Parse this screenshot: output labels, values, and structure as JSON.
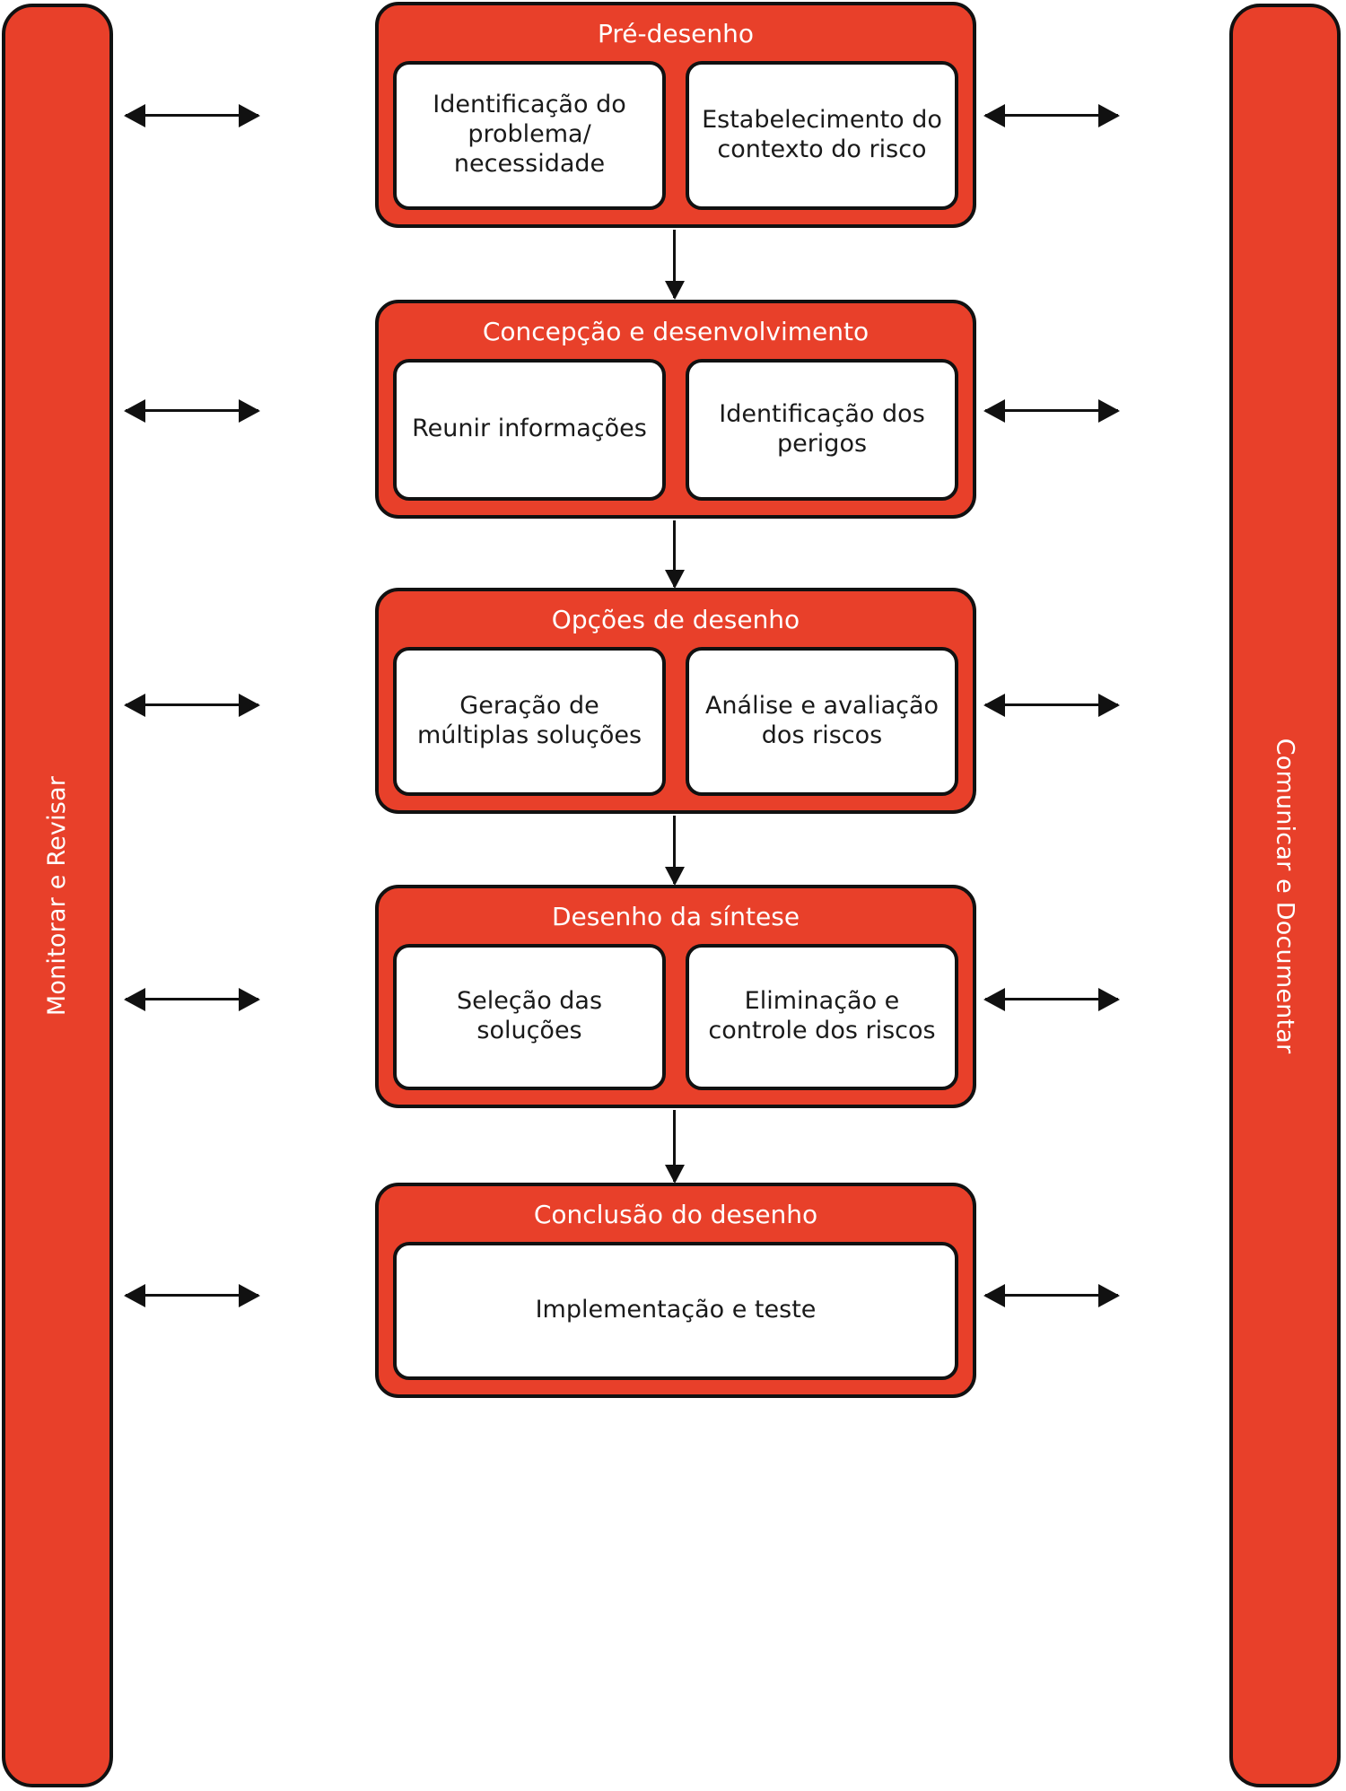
{
  "colors": {
    "red": "#E8402A",
    "outline": "#111111",
    "title_text": "#FFFFFF",
    "body_text": "#1A1A1A",
    "background": "#FFFFFF"
  },
  "side_bars": {
    "left": {
      "label": "Monitorar e Revisar"
    },
    "right": {
      "label": "Comunicar e Documentar"
    }
  },
  "stages": [
    {
      "title": "Pré-desenho",
      "boxes": [
        "Identificação do problema/ necessidade",
        "Estabelecimento do contexto do risco"
      ]
    },
    {
      "title": "Concepção e desenvolvimento",
      "boxes": [
        "Reunir informações",
        "Identificação dos perigos"
      ]
    },
    {
      "title": "Opções de desenho",
      "boxes": [
        "Geração de múltiplas soluções",
        "Análise e avaliação dos riscos"
      ]
    },
    {
      "title": "Desenho da síntese",
      "boxes": [
        "Seleção das soluções",
        "Eliminação e controle dos riscos"
      ]
    },
    {
      "title": "Conclusão do desenho",
      "boxes": [
        "Implementação e teste"
      ]
    }
  ],
  "connectors": {
    "vertical_count": 4,
    "horizontal_pairs": 5,
    "vertical_direction": "down",
    "horizontal_direction": "bidirectional"
  }
}
